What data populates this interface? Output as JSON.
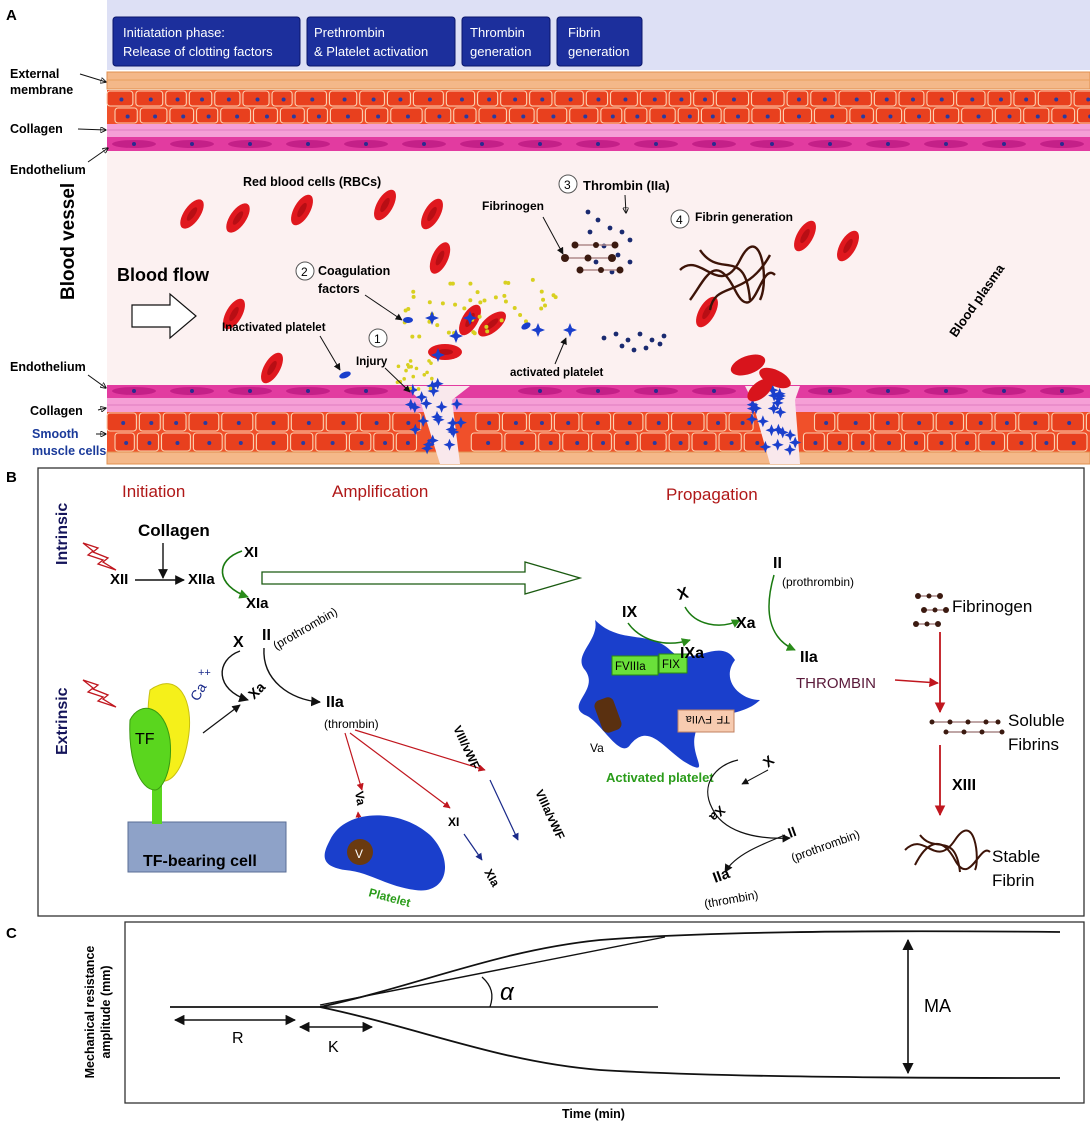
{
  "panel_letters": {
    "a": "A",
    "b": "B",
    "c": "C"
  },
  "phases": [
    {
      "line1": "Initiatation phase:",
      "line2": "Release of clotting factors"
    },
    {
      "line1": "Prethrombin",
      "line2": "& Platelet activation"
    },
    {
      "line1": "Thrombin",
      "line2": "generation"
    },
    {
      "line1": "Fibrin",
      "line2": "generation"
    }
  ],
  "vessel_labels": {
    "external_membrane_1": "External",
    "external_membrane_2": "membrane",
    "collagen_top": "Collagen",
    "endothelium_top": "Endothelium",
    "blood_vessel": "Blood vessel",
    "blood_flow": "Blood flow",
    "endothelium_bottom": "Endothelium",
    "collagen_bottom": "Collagen",
    "smooth_1": "Smooth",
    "smooth_2": "muscle cells",
    "rbcs": "Red blood cells (RBCs)",
    "coag_1": "Coagulation",
    "coag_2": "factors",
    "thrombin_iia": "Thrombin (IIa)",
    "fibrinogen": "Fibrinogen",
    "fibrin_generation": "Fibrin generation",
    "blood_plasma": "Blood plasma",
    "inactivated_platelet": "Inactivated platelet",
    "injury": "Injury",
    "activated_platelet": "activated platelet",
    "n1": "1",
    "n2": "2",
    "n3": "3",
    "n4": "4"
  },
  "cascade": {
    "initiation": "Initiation",
    "amplification": "Amplification",
    "propagation": "Propagation",
    "intrinsic": "Intrinsic",
    "extrinsic": "Extrinsic",
    "collagen": "Collagen",
    "xii": "XII",
    "xiia": "XIIa",
    "xi": "XI",
    "xia": "XIa",
    "x_left": "X",
    "ii_left": "II",
    "prothrombin_left": "(prothrombin)",
    "xa_left": "Xa",
    "ca": "Ca",
    "ca_sup": "++",
    "iia_left": "IIa",
    "thrombin_left": "(thrombin)",
    "tf": "TF",
    "tf_cell": "TF-bearing cell",
    "viii_vwf": "VIII/vWF",
    "va": "Va",
    "v": "V",
    "xi_mid": "XI",
    "viiia_vwf": "VIIIa/vWF",
    "xia_mid": "XIa",
    "platelet": "Platelet",
    "ix": "IX",
    "x_top": "X",
    "xa_top": "Xa",
    "ii_top": "II",
    "prothrombin_top": "(prothrombin)",
    "ixa": "IXa",
    "iia_top": "IIa",
    "fviiia": "FVIIIa",
    "fix": "FIX",
    "thrombin_caps": "THROMBIN",
    "va_platelet": "Va",
    "tf_small": "TF",
    "fviia": "FVIIa",
    "activated_platelet": "Activated platelet",
    "x_low": "X",
    "xa_low": "Xa",
    "ii_low": "II",
    "prothrombin_low": "(prothrombin)",
    "iia_low": "IIa",
    "thrombin_low": "(thrombin)",
    "fibrinogen": "Fibrinogen",
    "soluble_1": "Soluble",
    "soluble_2": "Fibrins",
    "xiii": "XIII",
    "stable_1": "Stable",
    "stable_2": "Fibrin"
  },
  "teg": {
    "ylabel_1": "Mechanical resistance",
    "ylabel_2": "amplitude (mm)",
    "xlabel": "Time (min)",
    "r": "R",
    "k": "K",
    "alpha": "α",
    "ma": "MA"
  },
  "colors": {
    "phase_box": "#1c2f9c",
    "top_band": "#dde0f5",
    "vessel_bg": "#fcf1f1",
    "rbc": "#e0181e",
    "tissue": "#f0502a",
    "collagen": "#f07fc8",
    "endothelium": "#e23ba0",
    "dark_red_label": "#b01818",
    "navy": "#14145a",
    "platelet_blue": "#1a3fcc",
    "green": "#2a9c1a",
    "fibrin": "#3d1408"
  }
}
